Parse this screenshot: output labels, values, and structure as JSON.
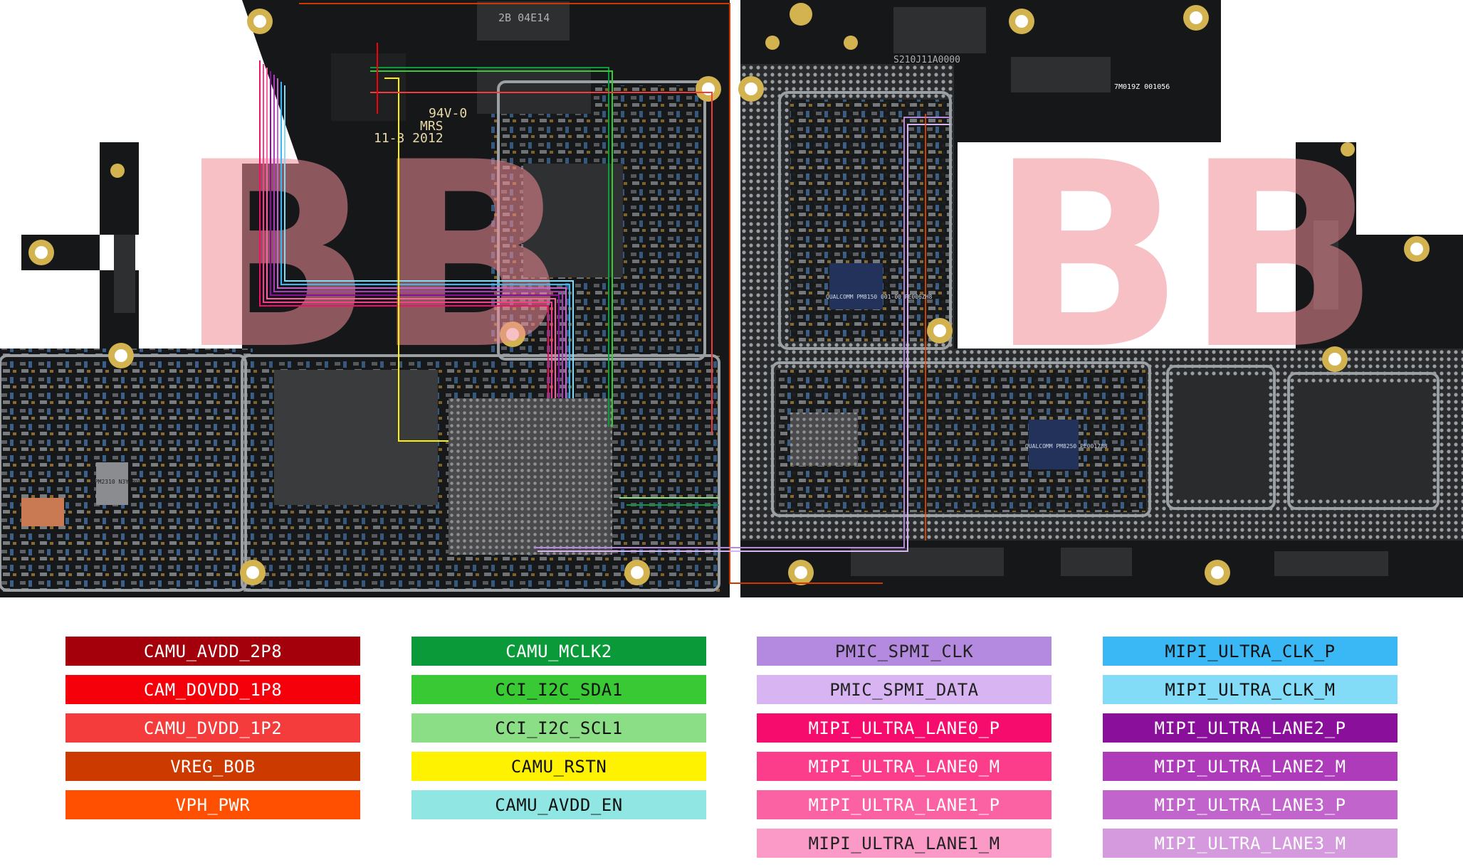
{
  "board": {
    "watermark": "BB",
    "silk_94v": "94V-0",
    "silk_mrs": "MRS",
    "silk_date": "11-3 2012",
    "silk_code1": "2B 04E14",
    "silk_code2": "S210J11A0000",
    "silk_code3": "7M019Z 001056",
    "chip_pmic1": "QUALCOMM PM8150 001-00 PE006ZH8",
    "chip_pmic2": "QUALCOMM PM8250 PE001788",
    "chip_small": "QPM2310 N3Y6N02"
  },
  "legend": {
    "columns": [
      [
        {
          "label": "CAMU_AVDD_2P8",
          "color": "#a4000c",
          "text_color": "#ffffff"
        },
        {
          "label": "CAM_DOVDD_1P8",
          "color": "#f5000a",
          "text_color": "#ffffff"
        },
        {
          "label": "CAMU_DVDD_1P2",
          "color": "#f53c3c",
          "text_color": "#ffffff"
        },
        {
          "label": "VREG_BOB",
          "color": "#cc3a00",
          "text_color": "#ffffff"
        },
        {
          "label": "VPH_PWR",
          "color": "#ff4f00",
          "text_color": "#ffffff"
        }
      ],
      [
        {
          "label": "CAMU_MCLK2",
          "color": "#0b9a39",
          "text_color": "#ffffff"
        },
        {
          "label": "CCI_I2C_SDA1",
          "color": "#38c935",
          "text_color": "#111111"
        },
        {
          "label": "CCI_I2C_SCL1",
          "color": "#8cde86",
          "text_color": "#111111"
        },
        {
          "label": "CAMU_RSTN",
          "color": "#fff200",
          "text_color": "#111111"
        },
        {
          "label": "CAMU_AVDD_EN",
          "color": "#8fe6e2",
          "text_color": "#111111"
        }
      ],
      [
        {
          "label": "PMIC_SPMI_CLK",
          "color": "#b48ae0",
          "text_color": "#222222"
        },
        {
          "label": "PMIC_SPMI_DATA",
          "color": "#d9b4f3",
          "text_color": "#222222"
        },
        {
          "label": "MIPI_ULTRA_LANE0_P",
          "color": "#f50c6c",
          "text_color": "#ffffff"
        },
        {
          "label": "MIPI_ULTRA_LANE0_M",
          "color": "#fb3d8c",
          "text_color": "#ffffff"
        },
        {
          "label": "MIPI_ULTRA_LANE1_P",
          "color": "#fb62a4",
          "text_color": "#ffffff"
        },
        {
          "label": "MIPI_ULTRA_LANE1_M",
          "color": "#fb9ac6",
          "text_color": "#222222"
        }
      ],
      [
        {
          "label": "MIPI_ULTRA_CLK_P",
          "color": "#39b8f5",
          "text_color": "#111111"
        },
        {
          "label": "MIPI_ULTRA_CLK_M",
          "color": "#82dcf7",
          "text_color": "#111111"
        },
        {
          "label": "MIPI_ULTRA_LANE2_P",
          "color": "#8a0f9a",
          "text_color": "#ffffff"
        },
        {
          "label": "MIPI_ULTRA_LANE2_M",
          "color": "#ad3bba",
          "text_color": "#ffffff"
        },
        {
          "label": "MIPI_ULTRA_LANE3_P",
          "color": "#c165cc",
          "text_color": "#ffffff"
        },
        {
          "label": "MIPI_ULTRA_LANE3_M",
          "color": "#d49add",
          "text_color": "#ffffff"
        }
      ]
    ]
  }
}
